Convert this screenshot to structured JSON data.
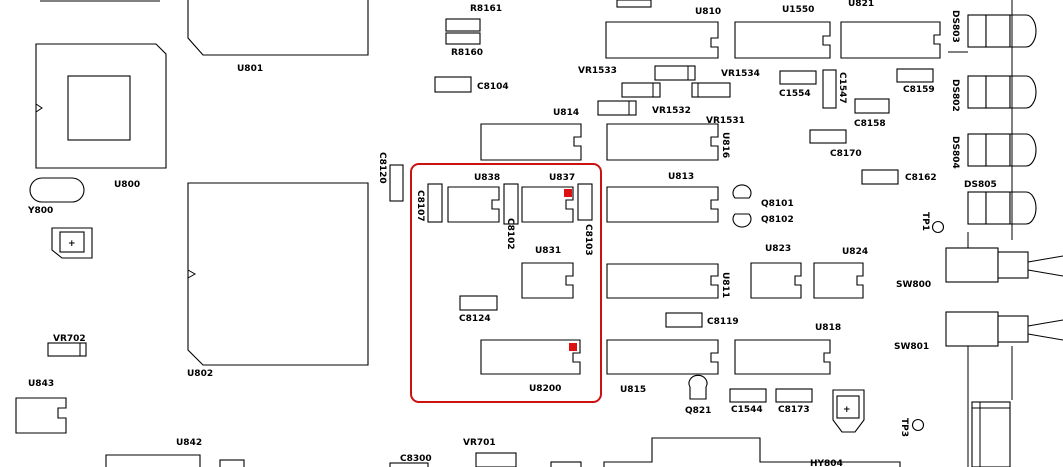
{
  "colors": {
    "highlight": "#cc1111",
    "marker": "#dd1111",
    "ink": "#000000",
    "background": "#ffffff"
  },
  "labels": {
    "r8161": "R8161",
    "r8160": "R8160",
    "u810": "U810",
    "u1550": "U1550",
    "u821": "U821",
    "ds803": "DS803",
    "ds802": "DS802",
    "ds804": "DS804",
    "ds805": "DS805",
    "u801": "U801",
    "c8104": "C8104",
    "vr1533": "VR1533",
    "vr1534": "VR1534",
    "c1547": "C1547",
    "c1554": "C1554",
    "c8159": "C8159",
    "u814": "U814",
    "vr1532": "VR1532",
    "vr1531": "VR1531",
    "c8158": "C8158",
    "u816": "U816",
    "c8170": "C8170",
    "u800": "U800",
    "y800": "Y800",
    "c8120": "C8120",
    "u838": "U838",
    "u837": "U837",
    "c8107": "C8107",
    "c8102": "C8102",
    "c8103": "C8103",
    "u813": "U813",
    "q8101": "Q8101",
    "q8102": "Q8102",
    "c8162": "C8162",
    "tp1": "TP1",
    "u831": "U831",
    "u823": "U823",
    "u824": "U824",
    "u811": "U811",
    "sw800": "SW800",
    "c8124": "C8124",
    "c8119": "C8119",
    "u818": "U818",
    "sw801": "SW801",
    "vr702": "VR702",
    "u802": "U802",
    "u8200": "U8200",
    "u815": "U815",
    "u843": "U843",
    "q821": "Q821",
    "c1544": "C1544",
    "c8173": "C8173",
    "tp3": "TP3",
    "u842": "U842",
    "vr701": "VR701",
    "c8300": "C8300",
    "hy804": "HY804"
  }
}
